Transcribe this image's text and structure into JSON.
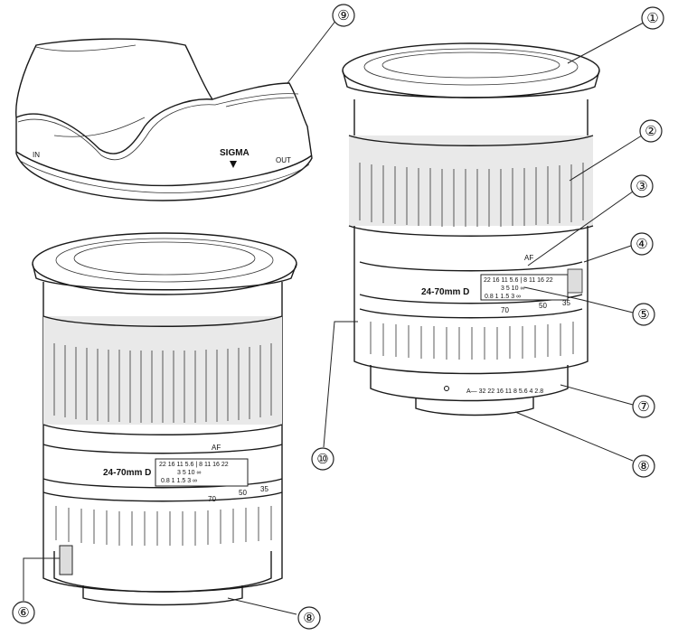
{
  "hood": {
    "brand": "SIGMA",
    "in_label": "IN",
    "out_label": "OUT"
  },
  "lens": {
    "model": "24-70mm D",
    "af_label": "AF",
    "aperture_scale": "22 16 11 5.6 | 8 11 16 22",
    "distance_scale_feet": "3  5 10 ∞",
    "distance_scale_m": "0.8 1  1.5 3  ∞",
    "focal_marks": [
      "70",
      "50",
      "35"
    ],
    "aperture_ring": "A— 32 22 16 11 8 5.6 4 2.8"
  },
  "callouts": [
    {
      "id": "c1",
      "num": "①"
    },
    {
      "id": "c2",
      "num": "②"
    },
    {
      "id": "c3",
      "num": "③"
    },
    {
      "id": "c4",
      "num": "④"
    },
    {
      "id": "c5",
      "num": "⑤"
    },
    {
      "id": "c6",
      "num": "⑥"
    },
    {
      "id": "c7",
      "num": "⑦"
    },
    {
      "id": "c8a",
      "num": "⑧"
    },
    {
      "id": "c8b",
      "num": "⑧"
    },
    {
      "id": "c9",
      "num": "⑨"
    },
    {
      "id": "c10",
      "num": "⑩"
    }
  ]
}
